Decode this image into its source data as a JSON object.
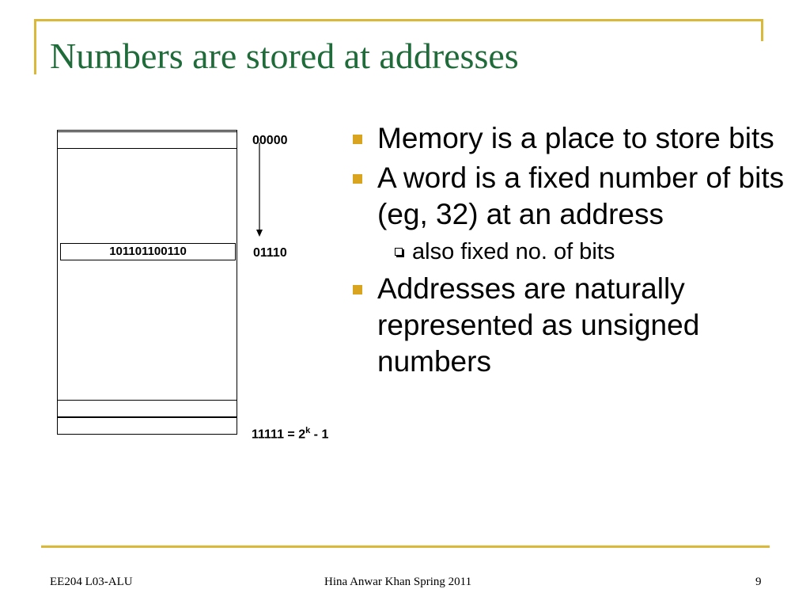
{
  "slide": {
    "title": "Numbers are stored at addresses",
    "accent_color": "#d9b83a",
    "title_color": "#1f6b3a"
  },
  "diagram": {
    "first_address": "00000",
    "stored_word": "101101100110",
    "stored_address": "01110",
    "last_address_prefix": "11111 = 2",
    "last_address_sup": "k",
    "last_address_suffix": " - 1"
  },
  "bullets": [
    {
      "text": "Memory is a place to store bits",
      "level": 1
    },
    {
      "text": "A word is a fixed number of bits (eg, 32) at an address",
      "level": 1
    },
    {
      "text": "also fixed no. of bits",
      "level": 2
    },
    {
      "text": "Addresses are naturally represented as unsigned numbers",
      "level": 1
    }
  ],
  "footer": {
    "course": "EE204 L03-ALU",
    "author": "Hina Anwar Khan Spring 2011",
    "page": "9"
  }
}
